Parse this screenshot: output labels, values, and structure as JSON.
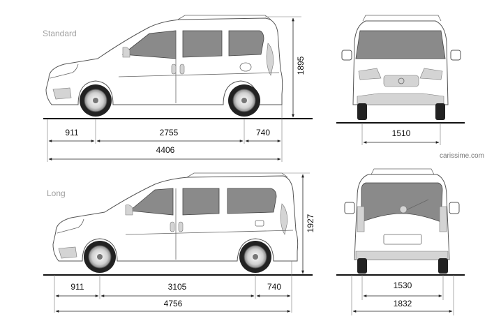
{
  "variants": [
    {
      "label": "Standard",
      "front_overhang": "911",
      "wheelbase": "2755",
      "rear_overhang": "740",
      "overall_length": "4406",
      "height": "1895",
      "front_track": "1510"
    },
    {
      "label": "Long",
      "front_overhang": "911",
      "wheelbase": "3105",
      "rear_overhang": "740",
      "overall_length": "4756",
      "height": "1927",
      "rear_track": "1530",
      "overall_width": "1832"
    }
  ],
  "watermark": "carissime.com",
  "icons": [
    "side-view-van-icon",
    "front-view-van-icon",
    "rear-view-van-icon"
  ]
}
